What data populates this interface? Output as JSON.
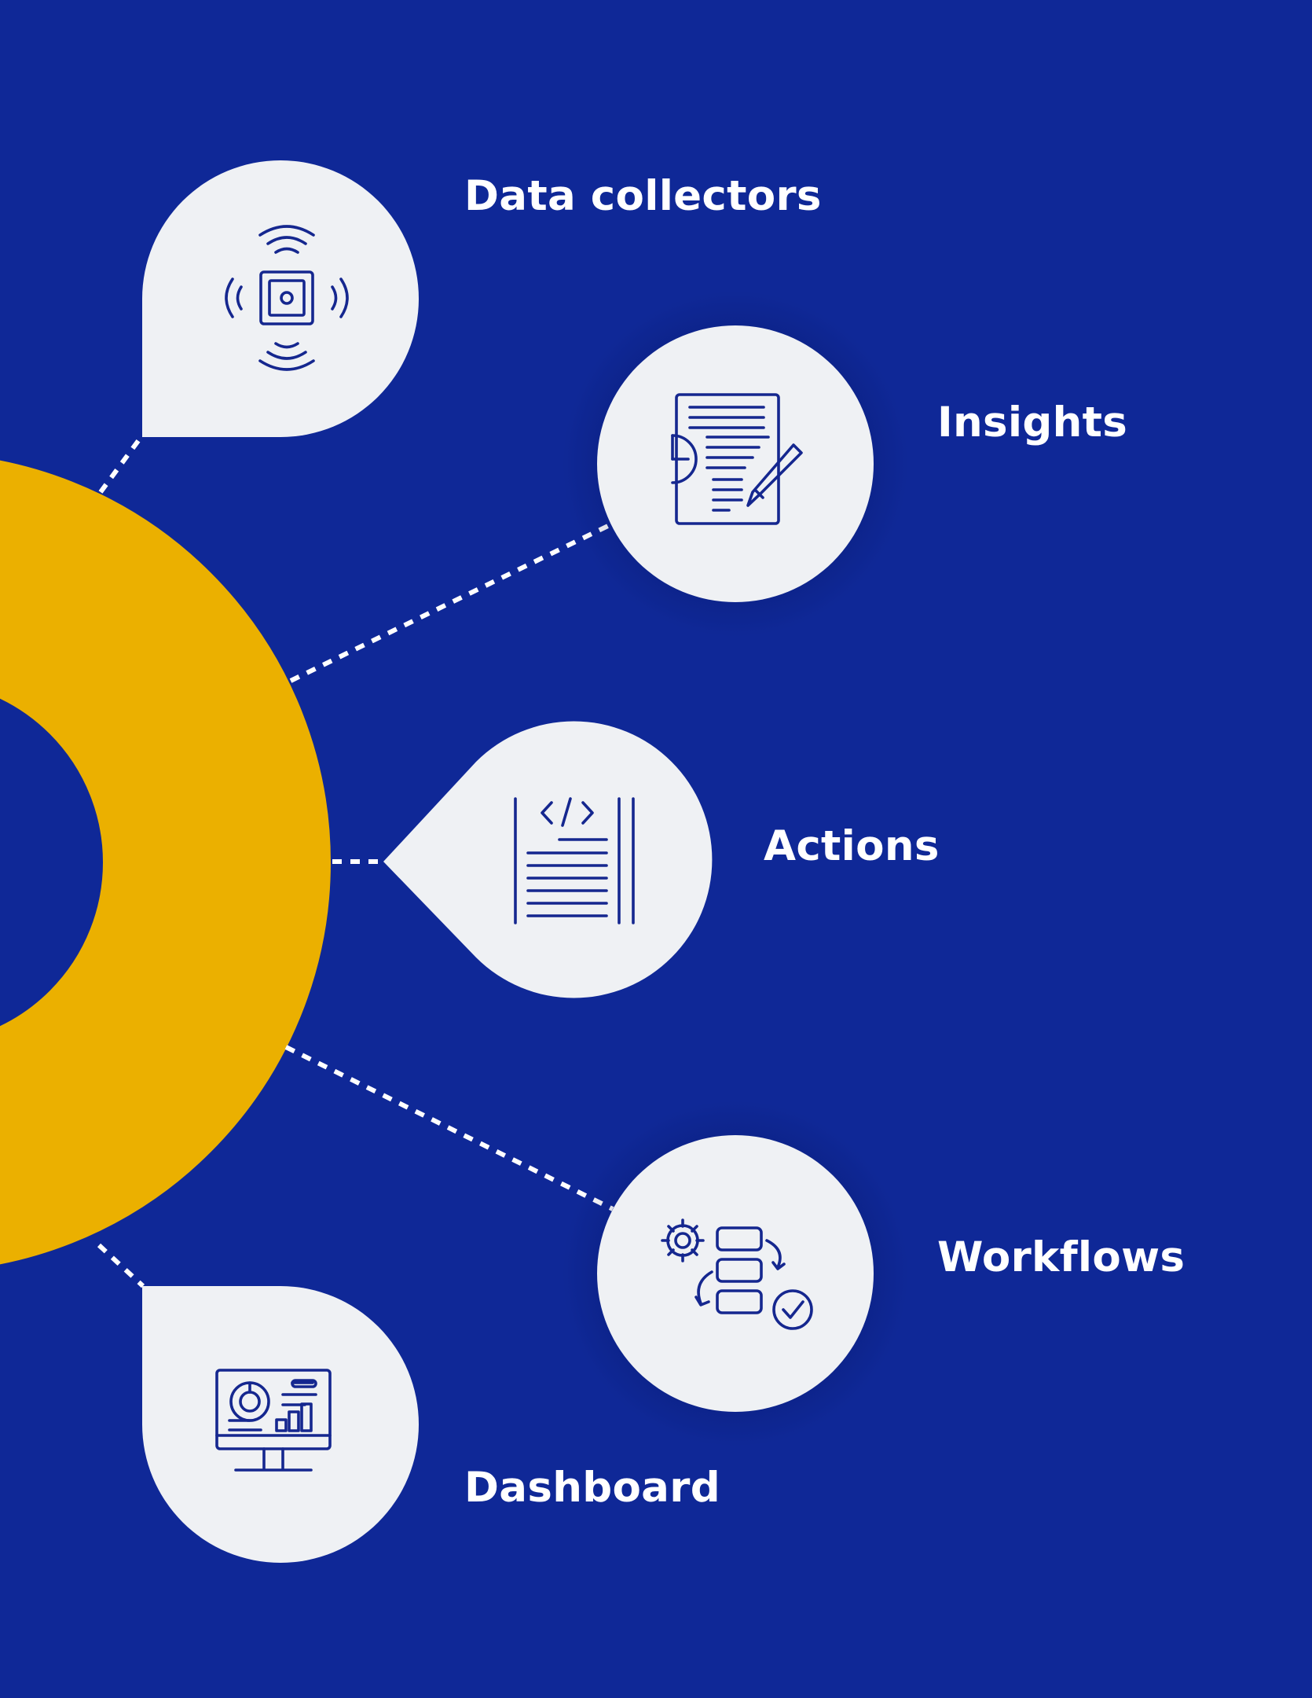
{
  "colors": {
    "background": "#0f2897",
    "ring": "#ebb000",
    "node_fill": "#eff1f4",
    "icon_stroke": "#15278f",
    "connector": "#ffffff",
    "label_text": "#ffffff"
  },
  "nodes": [
    {
      "id": "data-collectors",
      "label": "Data collectors",
      "icon": "sensor-signal-icon"
    },
    {
      "id": "insights",
      "label": "Insights",
      "icon": "report-edit-icon"
    },
    {
      "id": "actions",
      "label": "Actions",
      "icon": "code-document-icon"
    },
    {
      "id": "workflows",
      "label": "Workflows",
      "icon": "workflow-process-icon"
    },
    {
      "id": "dashboard",
      "label": "Dashboard",
      "icon": "analytics-monitor-icon"
    }
  ]
}
